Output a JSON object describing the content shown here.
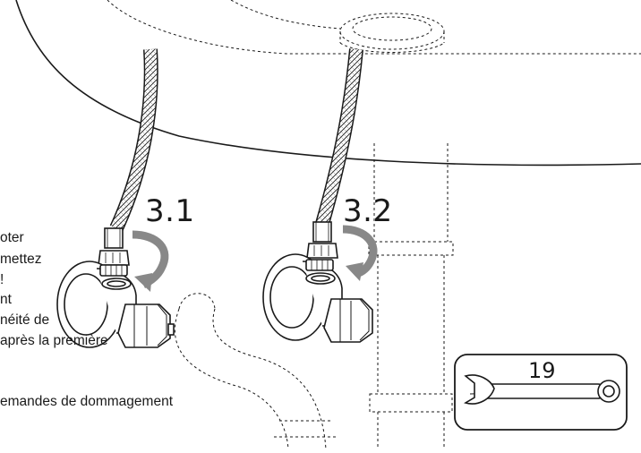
{
  "steps": {
    "left": "3.1",
    "right": "3.2"
  },
  "note_lines": [
    "oter",
    "mettez",
    "!",
    "nt",
    "néité de",
    "après la première",
    "emandes de dommagement"
  ],
  "tool": {
    "size": "19",
    "icon": "combination-wrench-icon"
  },
  "colors": {
    "line": "#1a1a1a",
    "arrow": "#888888",
    "background": "#ffffff"
  }
}
